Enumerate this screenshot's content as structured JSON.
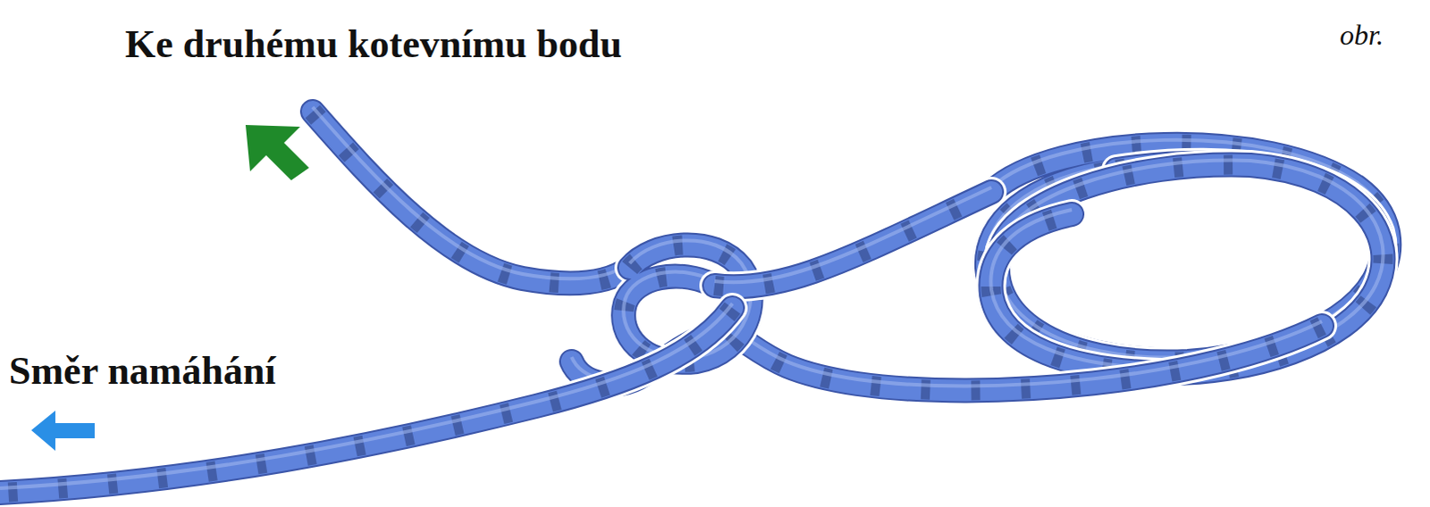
{
  "diagram": {
    "labels": [
      "Ke druhému kotevnímu bodu",
      "Směr namáhání",
      "obr."
    ]
  }
}
